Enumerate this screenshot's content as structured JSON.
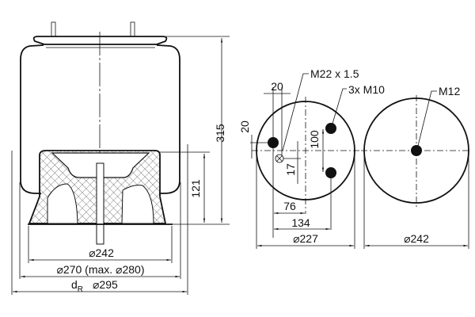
{
  "side_view": {
    "height_total": "315",
    "height_piston": "121",
    "dia_piston": "⌀242",
    "dia_bellow": "⌀270 (max. ⌀280)",
    "dia_roll_label": "d",
    "dia_roll_sub": "R",
    "dia_roll": "⌀295"
  },
  "top_plate_view": {
    "thread_air": "M22 x 1.5",
    "thread_bolts": "3x M10",
    "offset_x": "20",
    "offset_y": "20",
    "bolt_spacing": "100",
    "air_offset": "17",
    "dist_76": "76",
    "dist_134": "134",
    "diameter": "⌀227"
  },
  "bottom_view": {
    "thread": "M12",
    "diameter": "⌀242"
  }
}
